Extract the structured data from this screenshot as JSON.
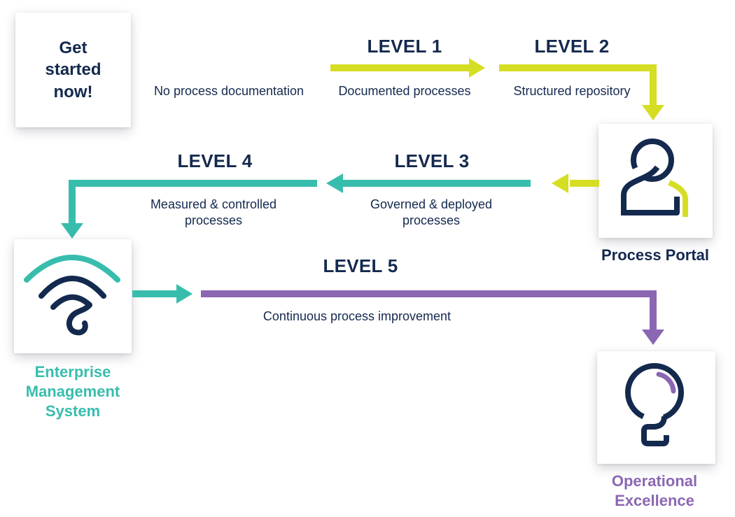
{
  "colors": {
    "navy": "#14294E",
    "yellow": "#D6DE23",
    "teal": "#38BDAD",
    "purple": "#8B67B3",
    "background": "#FFFFFF"
  },
  "start_box": {
    "label": "Get started now!"
  },
  "pre_level_caption": "No process documentation",
  "levels": {
    "l1": {
      "title": "LEVEL 1",
      "caption": "Documented processes",
      "arrow_color": "#D6DE23"
    },
    "l2": {
      "title": "LEVEL 2",
      "caption": "Structured repository",
      "arrow_color": "#D6DE23"
    },
    "l3": {
      "title": "LEVEL 3",
      "caption": "Governed & deployed processes",
      "arrow_color": "#38BDAD"
    },
    "l4": {
      "title": "LEVEL 4",
      "caption": "Measured & controlled processes",
      "arrow_color": "#38BDAD"
    },
    "l5": {
      "title": "LEVEL 5",
      "caption": "Continuous process improvement",
      "arrow_color": "#8B67B3"
    }
  },
  "nodes": {
    "process_portal": {
      "label": "Process Portal",
      "icon": "person-icon",
      "label_color": "#14294E"
    },
    "enterprise_management_system": {
      "label": "Enterprise Management System",
      "icon": "wifi-signal-icon",
      "label_color": "#38BDAD"
    },
    "operational_excellence": {
      "label": "Operational Excellence",
      "icon": "lightbulb-icon",
      "label_color": "#8B67B3"
    }
  }
}
